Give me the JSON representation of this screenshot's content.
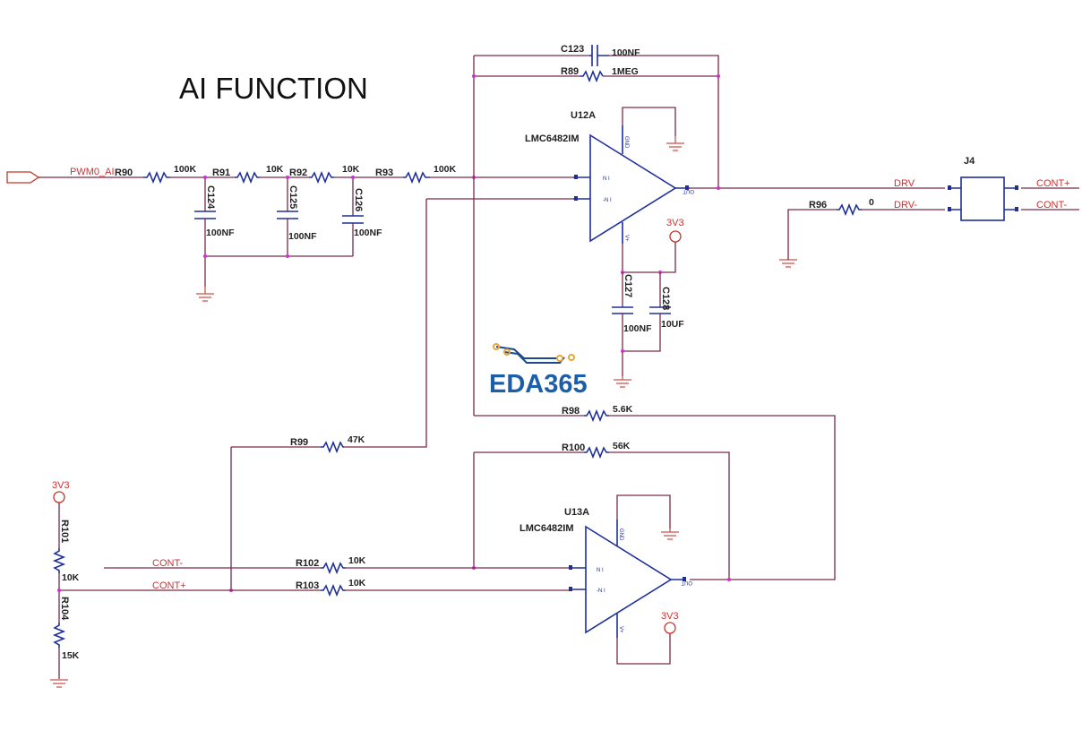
{
  "title": "AI FUNCTION",
  "logo": {
    "text": "EDA365",
    "colors": {
      "text": "#1c5ea8",
      "pads": "#e8a53a",
      "traces": "#1c4a8a"
    }
  },
  "colors": {
    "wire": "#7a2a4a",
    "net_label": "#d03030",
    "component": "#1f2f9a",
    "junction": "#d030d0"
  },
  "input_port": {
    "net": "PWM0_AI"
  },
  "resistors": {
    "R90": {
      "ref": "R90",
      "value": "100K"
    },
    "R91": {
      "ref": "R91",
      "value": "10K"
    },
    "R92": {
      "ref": "R92",
      "value": "10K"
    },
    "R93": {
      "ref": "R93",
      "value": "100K"
    },
    "R89": {
      "ref": "R89",
      "value": "1MEG"
    },
    "R96": {
      "ref": "R96",
      "value": "0"
    },
    "R98": {
      "ref": "R98",
      "value": "5.6K"
    },
    "R99": {
      "ref": "R99",
      "value": "47K"
    },
    "R100": {
      "ref": "R100",
      "value": "56K"
    },
    "R101": {
      "ref": "R101",
      "value": "10K"
    },
    "R102": {
      "ref": "R102",
      "value": "10K"
    },
    "R103": {
      "ref": "R103",
      "value": "10K"
    },
    "R104": {
      "ref": "R104",
      "value": "15K"
    }
  },
  "capacitors": {
    "C123": {
      "ref": "C123",
      "value": "100NF"
    },
    "C124": {
      "ref": "C124",
      "value": "100NF"
    },
    "C125": {
      "ref": "C125",
      "value": "100NF"
    },
    "C126": {
      "ref": "C126",
      "value": "100NF"
    },
    "C127": {
      "ref": "C127",
      "value": "100NF"
    },
    "C128": {
      "ref": "C128",
      "value": "10UF"
    }
  },
  "opamps": {
    "U12A": {
      "ref": "U12A",
      "part": "LMC6482IM",
      "pins": {
        "in_pos": "N I",
        "in_neg": "-N I",
        "gnd": "GND",
        "vcc": "V+",
        "out": "OUT"
      }
    },
    "U13A": {
      "ref": "U13A",
      "part": "LMC6482IM",
      "pins": {
        "in_pos": "N I",
        "in_neg": "-N I",
        "gnd": "GND",
        "vcc": "V+",
        "out": "OUT"
      }
    }
  },
  "connector": {
    "ref": "J4"
  },
  "nets": {
    "drv": "DRV",
    "drv_neg": "DRV-",
    "cont_pos": "CONT+",
    "cont_neg": "CONT-",
    "power": "3V3"
  }
}
